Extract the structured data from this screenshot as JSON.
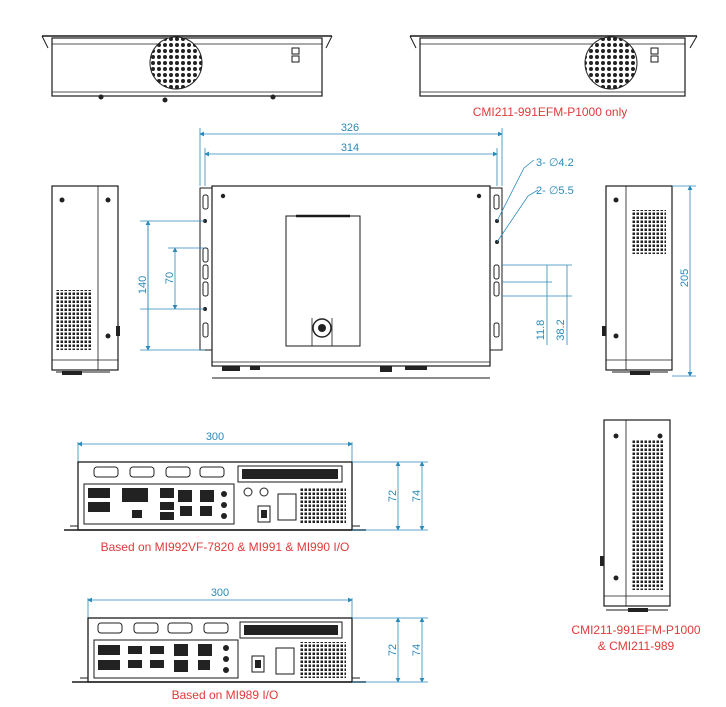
{
  "captions": {
    "top_right_view": "CMI211-991EFM-P1000 only",
    "io_view_1": "Based on MI992VF-7820 & MI991 & MI990 I/O",
    "io_view_2": "Based on MI989 I/O",
    "side_view_line1": "CMI211-991EFM-P1000",
    "side_view_line2": "& CMI211-989"
  },
  "dimensions": {
    "front_width_overall": "326",
    "front_width_inner": "314",
    "hole_spacing_large": "140",
    "hole_spacing_small": "70",
    "hole_spec_1": "3- ∅4.2",
    "hole_spec_2": "2- ∅5.5",
    "slot_dim_1": "11.8",
    "slot_dim_2": "38.2",
    "side_height": "205",
    "io1_width": "300",
    "io1_height_inner": "72",
    "io1_height_outer": "74",
    "io2_width": "300",
    "io2_height_inner": "72",
    "io2_height_outer": "74"
  },
  "colors": {
    "dimension": "#2a8ab8",
    "caption": "#e03a3a",
    "outline": "#1a1a1a"
  }
}
